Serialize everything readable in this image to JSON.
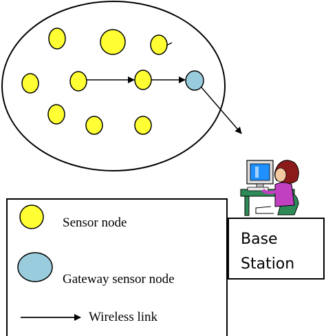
{
  "colors": {
    "sensor_node": "#ffff33",
    "gateway_node": "#99ccdd",
    "stroke": "#000000",
    "monitor": "#1e90ff",
    "person_hair": "#8b1a1a",
    "person_shirt": "#c040c0",
    "desk": "#2e8b57"
  },
  "base_station": {
    "line1": "Base",
    "line2": "Station",
    "icon": "computer-operator-icon"
  },
  "legend": {
    "sensor_label": "Sensor node",
    "gateway_label": "Gateway sensor node",
    "link_label": "Wireless link"
  }
}
